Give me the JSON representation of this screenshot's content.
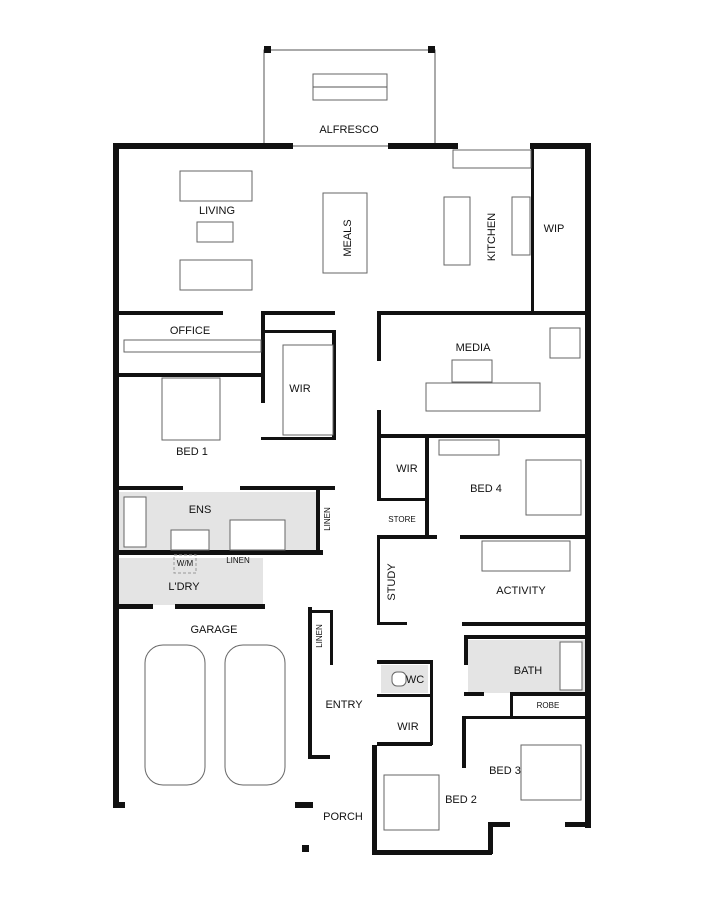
{
  "rooms": {
    "alfresco": "ALFRESCO",
    "living": "LIVING",
    "meals": "MEALS",
    "kitchen": "KITCHEN",
    "wip": "WIP",
    "office": "OFFICE",
    "wir_bed1": "WIR",
    "media": "MEDIA",
    "bed1": "BED 1",
    "wir_bed4": "WIR",
    "bed4": "BED 4",
    "ens": "ENS",
    "linen_ens": "LINEN",
    "store": "STORE",
    "wm": "W/M",
    "linen_ldry": "LINEN",
    "ldry": "L'DRY",
    "study": "STUDY",
    "activity": "ACTIVITY",
    "garage": "GARAGE",
    "linen_entry": "LINEN",
    "wc": "WC",
    "bath": "BATH",
    "robe": "ROBE",
    "entry": "ENTRY",
    "wir_bed2": "WIR",
    "bed3": "BED 3",
    "bed2": "BED 2",
    "porch": "PORCH"
  },
  "colors": {
    "wall": "#111111",
    "wet_area": "#e4e4e4"
  }
}
